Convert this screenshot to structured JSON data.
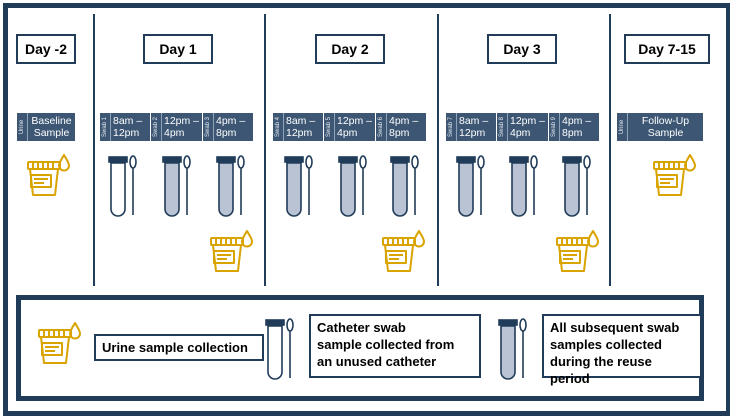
{
  "days": [
    {
      "title": "Day -2"
    },
    {
      "title": "Day 1"
    },
    {
      "title": "Day 2"
    },
    {
      "title": "Day 3"
    },
    {
      "title": "Day 7-15"
    }
  ],
  "urine_samples": [
    {
      "tag": "Urine",
      "text": "Baseline\nSample"
    },
    {
      "tag": "Urine",
      "text": "Follow-Up\nSample"
    }
  ],
  "swabs": [
    {
      "tag": "Swab 1",
      "time": "8am –\n12pm"
    },
    {
      "tag": "Swab 2",
      "time": "12pm –\n4pm"
    },
    {
      "tag": "Swab 3",
      "time": "4pm –\n8pm"
    },
    {
      "tag": "Swab 4",
      "time": "8am –\n12pm"
    },
    {
      "tag": "Swab 5",
      "time": "12pm –\n4pm"
    },
    {
      "tag": "Swab 6",
      "time": "4pm –\n8pm"
    },
    {
      "tag": "Swab 7",
      "time": "8am –\n12pm"
    },
    {
      "tag": "Swab 8",
      "time": "12pm –\n4pm"
    },
    {
      "tag": "Swab 9",
      "time": "4pm –\n8pm"
    }
  ],
  "legend": {
    "urine": "Urine sample collection",
    "unused": "Catheter swab\nsample collected from\nan unused catheter",
    "reuse": "All subsequent swab\nsamples collected\nduring the reuse period"
  },
  "colors": {
    "navy": "#213c59",
    "box": "#3c5673",
    "cup": "#d9a300",
    "tube_fill": "#b9c3d3"
  }
}
